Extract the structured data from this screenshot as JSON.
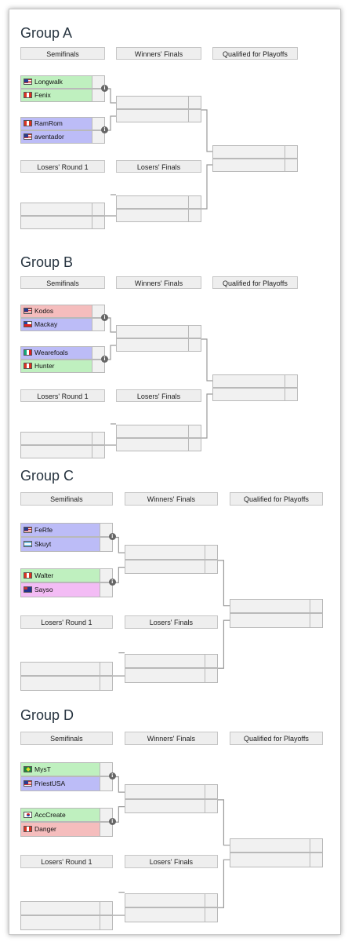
{
  "colors": {
    "green": "#bff0bf",
    "blue": "#bcbcf7",
    "red": "#f5bdbd",
    "pink": "#f3bcf5",
    "empty": "#f1f1f1"
  },
  "headers": {
    "semifinals": "Semifinals",
    "winners_finals": "Winners' Finals",
    "qualified": "Qualified for Playoffs",
    "losers_round1": "Losers' Round 1",
    "losers_finals": "Losers' Finals"
  },
  "info_icon": "info-icon",
  "groups": [
    {
      "title": "Group A",
      "match1": [
        {
          "name": "Longwalk",
          "flag": "us",
          "color": "green"
        },
        {
          "name": "Fenix",
          "flag": "pe",
          "color": "green"
        }
      ],
      "match2": [
        {
          "name": "RamRom",
          "flag": "pe",
          "color": "blue"
        },
        {
          "name": "aventador",
          "flag": "us",
          "color": "blue"
        }
      ]
    },
    {
      "title": "Group B",
      "match1": [
        {
          "name": "Kodos",
          "flag": "us",
          "color": "red"
        },
        {
          "name": "Mackay",
          "flag": "cl",
          "color": "blue"
        }
      ],
      "match2": [
        {
          "name": "Wearefoals",
          "flag": "mx",
          "color": "blue"
        },
        {
          "name": "Hunter",
          "flag": "pe",
          "color": "green"
        }
      ]
    },
    {
      "title": "Group C",
      "match1": [
        {
          "name": "FeRfe",
          "flag": "us",
          "color": "blue"
        },
        {
          "name": "Skuyt",
          "flag": "ar",
          "color": "blue"
        }
      ],
      "match2": [
        {
          "name": "Walter",
          "flag": "pe",
          "color": "green"
        },
        {
          "name": "Sayso",
          "flag": "au",
          "color": "pink"
        }
      ]
    },
    {
      "title": "Group D",
      "match1": [
        {
          "name": "MysT",
          "flag": "br",
          "color": "green"
        },
        {
          "name": "PriestUSA",
          "flag": "us",
          "color": "blue"
        }
      ],
      "match2": [
        {
          "name": "AccCreate",
          "flag": "kr",
          "color": "green"
        },
        {
          "name": "Danger",
          "flag": "pe",
          "color": "red"
        }
      ]
    }
  ]
}
